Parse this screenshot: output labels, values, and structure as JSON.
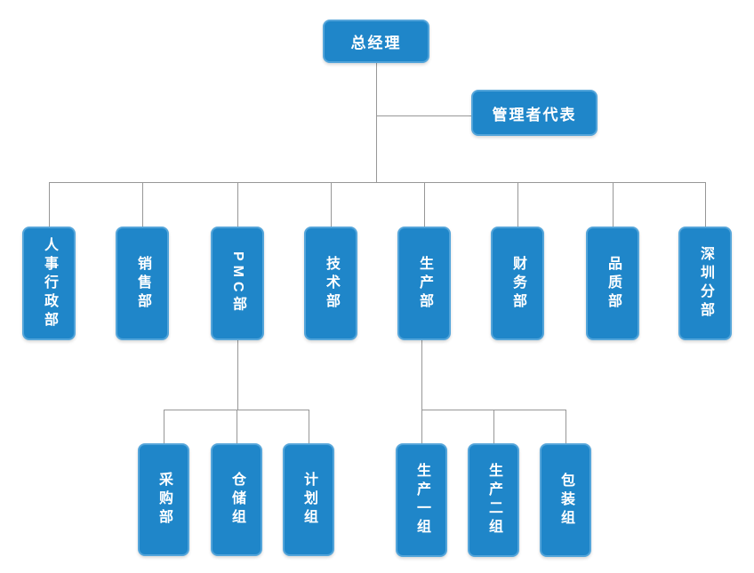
{
  "chart": {
    "type": "org-chart",
    "root": {
      "label": "总经理"
    },
    "staff": {
      "label": "管理者代表"
    },
    "departments": [
      {
        "label": "人事行政部"
      },
      {
        "label": "销售部"
      },
      {
        "label": "PMC部"
      },
      {
        "label": "技术部"
      },
      {
        "label": "生产部"
      },
      {
        "label": "财务部"
      },
      {
        "label": "品质部"
      },
      {
        "label": "深圳分部"
      }
    ],
    "pmc_children": [
      {
        "label": "采购部"
      },
      {
        "label": "仓储组"
      },
      {
        "label": "计划组"
      }
    ],
    "production_children": [
      {
        "label": "生产一组"
      },
      {
        "label": "生产二组"
      },
      {
        "label": "包装组"
      }
    ]
  },
  "colors": {
    "node_fill": "#1f86c9",
    "node_border": "#54a5da",
    "node_text": "#ffffff",
    "connector": "#979797",
    "background": "#ffffff"
  }
}
